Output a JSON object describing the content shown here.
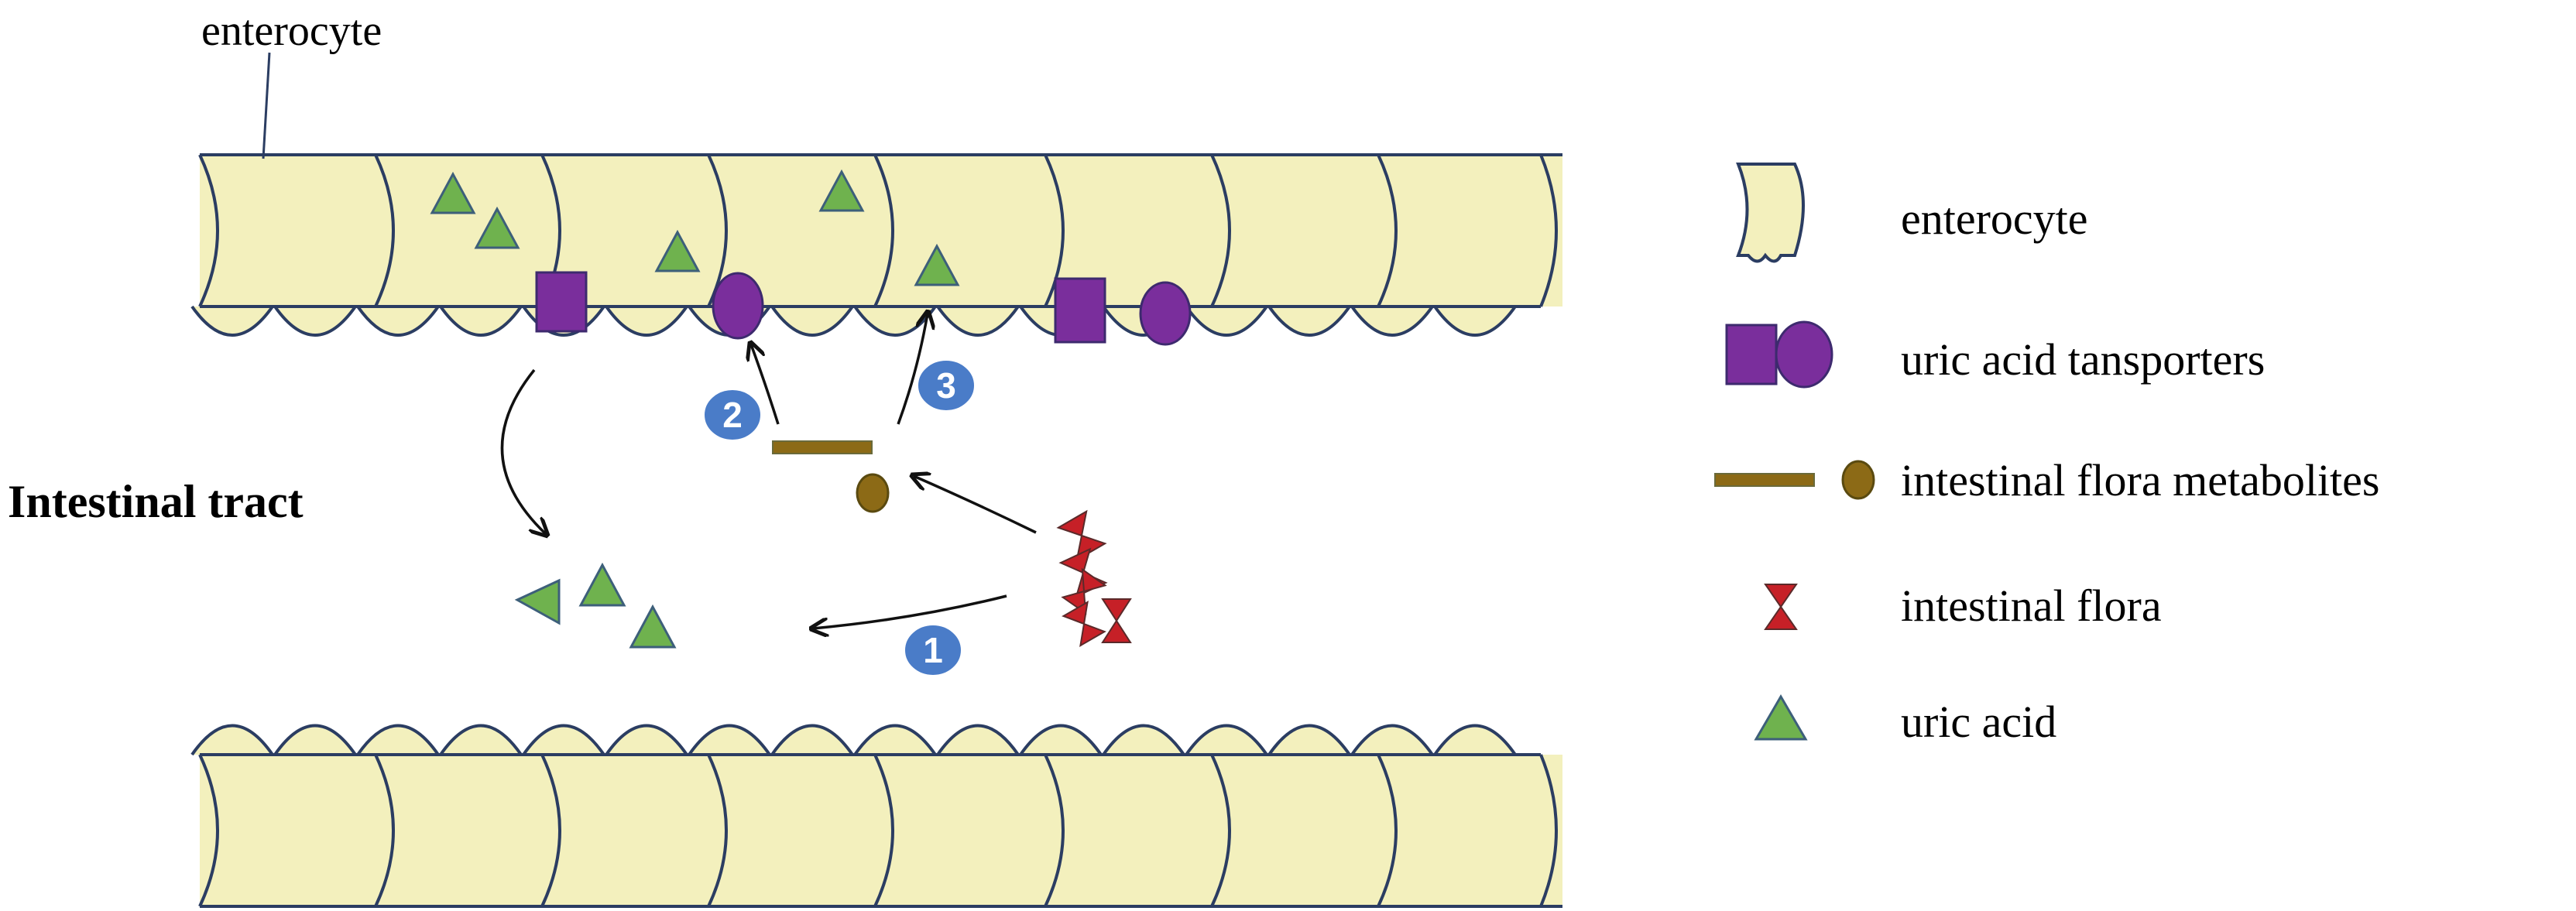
{
  "labels": {
    "top_cell_label": "enterocyte",
    "lumen_label": "Intestinal tract"
  },
  "pathway_badges": [
    "1",
    "2",
    "3"
  ],
  "legend": [
    {
      "icon": "enterocyte-icon",
      "label": "enterocyte"
    },
    {
      "icon": "transporter-icon",
      "label": "uric acid tansporters"
    },
    {
      "icon": "metabolite-icon",
      "label": "intestinal flora metabolites"
    },
    {
      "icon": "flora-icon",
      "label": "intestinal flora"
    },
    {
      "icon": "uric-acid-icon",
      "label": "uric acid"
    }
  ],
  "colors": {
    "cell_fill": "#f3f0bd",
    "cell_stroke": "#2b3d62",
    "uric_acid": "#6fb24e",
    "transporter": "#7a2e9c",
    "metabolite": "#8c6a16",
    "flora": "#c62027",
    "badge": "#4a7cc8"
  }
}
